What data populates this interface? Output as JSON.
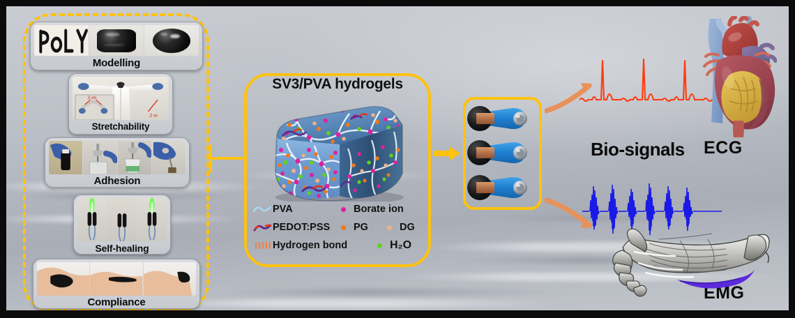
{
  "figure": {
    "title": "SV3/PVA hydrogel multifunctional electrode graphical abstract",
    "colors": {
      "dashed_box": "#FFC20E",
      "panel_border": "#FFC20E",
      "arrow": "#FFC20E",
      "curved_arrow": "#E8915A",
      "ecg_trace": "#FF3B10",
      "emg_trace": "#1A1AE8",
      "gel_body": "#5B8FC9",
      "borate_ion": "#E020A0",
      "pg": "#F07818",
      "dg": "#F0B088",
      "water": "#5FD21E",
      "pva_chain": "#A8D8F0",
      "pedot_pss": "#5B2A8C",
      "hydrogen_bond": "#F08040"
    }
  },
  "property_panels": [
    {
      "id": "modelling",
      "label": "Modelling"
    },
    {
      "id": "stretchability",
      "label": "Stretchability"
    },
    {
      "id": "adhesion",
      "label": "Adhesion"
    },
    {
      "id": "self-healing",
      "label": "Self-healing"
    },
    {
      "id": "compliance",
      "label": "Compliance"
    }
  ],
  "modelling_panel": {
    "handwriting": "PoLY"
  },
  "stretchability_panel": {
    "scale_labels": [
      "3 cm",
      "2 m"
    ]
  },
  "center_panel": {
    "title": "SV3/PVA hydrogels",
    "legend": [
      {
        "row": 1,
        "items": [
          {
            "symbol": "wavy-line-lightblue",
            "label": "PVA"
          },
          {
            "symbol": "dot-magenta",
            "label": "Borate ion"
          }
        ]
      },
      {
        "row": 2,
        "items": [
          {
            "symbol": "wavy-line-purple-red",
            "label": "PEDOT:PSS"
          },
          {
            "symbol": "dot-orange",
            "label": "PG"
          },
          {
            "symbol": "dot-peach",
            "label": "DG"
          }
        ]
      },
      {
        "row": 3,
        "items": [
          {
            "symbol": "hatch-orange",
            "label": "Hydrogen bond"
          },
          {
            "symbol": "dot-green",
            "label": "H₂O"
          }
        ]
      }
    ]
  },
  "electrodes": {
    "count": 3,
    "description": "hydrogel electrode patches with copper contact and metal snap stud"
  },
  "signals": {
    "bio_signals_label": "Bio-signals",
    "ecg": {
      "label": "ECG",
      "trace_color": "#FF3B10",
      "peak_count": 3
    },
    "emg": {
      "label": "EMG",
      "trace_color": "#1A1AE8",
      "burst_count": 6
    }
  },
  "anatomy": [
    {
      "id": "heart",
      "name": "human-heart-illustration"
    },
    {
      "id": "forearm",
      "name": "forearm-muscle-illustration"
    }
  ]
}
